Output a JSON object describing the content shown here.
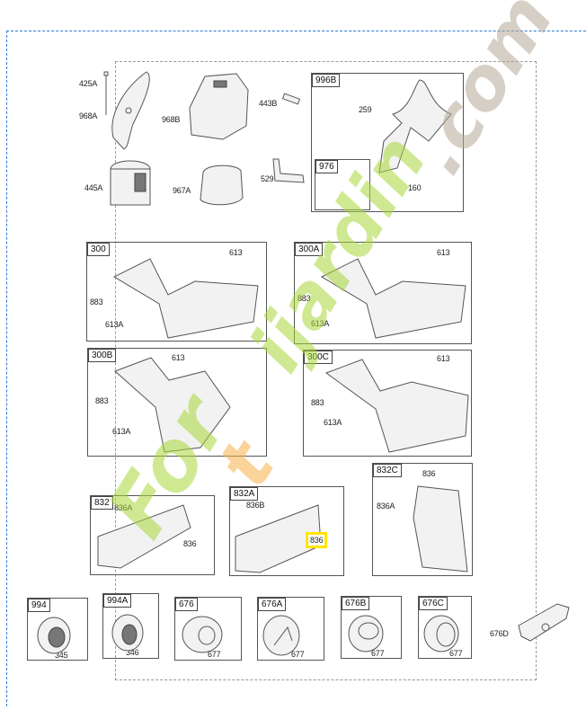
{
  "diagram": {
    "type": "exploded-parts-diagram",
    "frame_colors": {
      "outer": "#2a7bd4",
      "inner": "#9a9a9a",
      "highlight": "#ffe600"
    },
    "loose_parts": [
      {
        "id": "425A"
      },
      {
        "id": "968A"
      },
      {
        "id": "968B"
      },
      {
        "id": "443B"
      },
      {
        "id": "445A"
      },
      {
        "id": "967A"
      },
      {
        "id": "529"
      }
    ],
    "panels": [
      {
        "tag": "996B",
        "labels": [
          "259",
          "160"
        ],
        "subpanel": {
          "tag": "976"
        }
      },
      {
        "tag": "300",
        "labels": [
          "613",
          "883",
          "613A"
        ]
      },
      {
        "tag": "300A",
        "labels": [
          "613",
          "883",
          "613A"
        ]
      },
      {
        "tag": "300B",
        "labels": [
          "613",
          "883",
          "613A"
        ]
      },
      {
        "tag": "300C",
        "labels": [
          "613",
          "883",
          "613A"
        ]
      },
      {
        "tag": "832",
        "labels": [
          "836A",
          "836"
        ]
      },
      {
        "tag": "832A",
        "labels": [
          "836B",
          "836"
        ],
        "highlighted_label": "836"
      },
      {
        "tag": "832C",
        "labels": [
          "836",
          "836A"
        ]
      },
      {
        "tag": "994",
        "labels": [
          "345"
        ]
      },
      {
        "tag": "994A",
        "labels": [
          "346"
        ]
      },
      {
        "tag": "676",
        "labels": [
          "677"
        ]
      },
      {
        "tag": "676A",
        "labels": [
          "677"
        ]
      },
      {
        "tag": "676B",
        "labels": [
          "677"
        ]
      },
      {
        "tag": "676C",
        "labels": [
          "677"
        ]
      }
    ],
    "extra_parts": [
      {
        "id": "676D"
      }
    ]
  },
  "watermark": {
    "text": "Fortijardin.com",
    "part_a": "For",
    "part_b": "t",
    "part_c": "ijardin",
    "part_d": ".com",
    "colors": {
      "green": "#a8d83a",
      "orange": "#f7b24a",
      "gray": "#b5a898"
    }
  }
}
